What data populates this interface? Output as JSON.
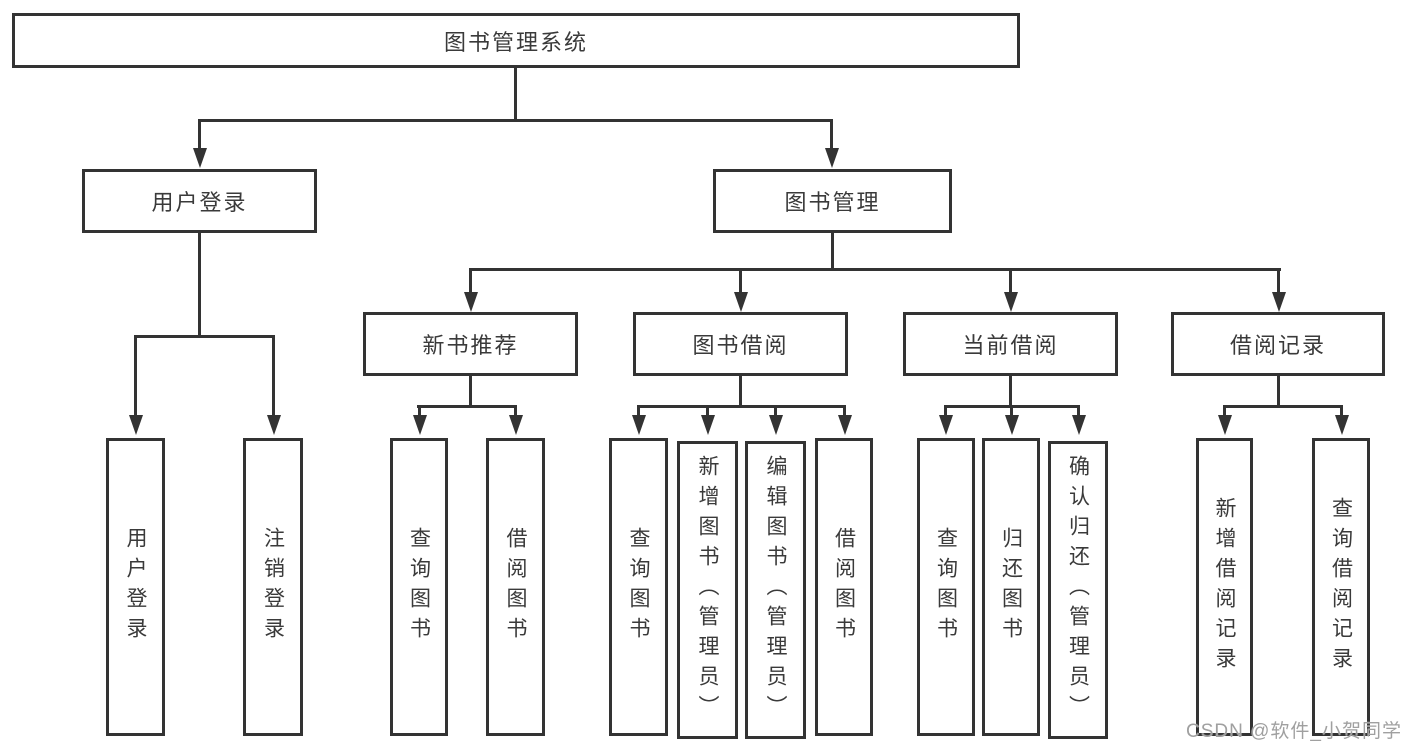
{
  "colors": {
    "line": "#333333",
    "box_border": "#333333",
    "box_fill": "#ffffff",
    "text": "#3a3a3a",
    "background": "#ffffff",
    "watermark": "#a0a0a0"
  },
  "diagram": {
    "root": {
      "label": "图书管理系统"
    },
    "user_login": {
      "label": "用户登录",
      "children": {
        "login": {
          "label": "用户登录"
        },
        "logout": {
          "label": "注销登录"
        }
      }
    },
    "book_management": {
      "label": "图书管理",
      "children": {
        "new_book_recommend": {
          "label": "新书推荐",
          "children": {
            "query_book": {
              "label": "查询图书"
            },
            "borrow_book": {
              "label": "借阅图书"
            }
          }
        },
        "book_borrow": {
          "label": "图书借阅",
          "children": {
            "query_book": {
              "label": "查询图书"
            },
            "add_book": {
              "label": "新增图书（管理员）"
            },
            "edit_book": {
              "label": "编辑图书（管理员）"
            },
            "borrow_book": {
              "label": "借阅图书"
            }
          }
        },
        "current_borrow": {
          "label": "当前借阅",
          "children": {
            "query_book": {
              "label": "查询图书"
            },
            "return_book": {
              "label": "归还图书"
            },
            "confirm_return": {
              "label": "确认归还（管理员）"
            }
          }
        },
        "borrow_records": {
          "label": "借阅记录",
          "children": {
            "add_record": {
              "label": "新增借阅记录"
            },
            "query_record": {
              "label": "查询借阅记录"
            }
          }
        }
      }
    }
  },
  "watermark": {
    "text": "CSDN @软件_小贺同学"
  }
}
